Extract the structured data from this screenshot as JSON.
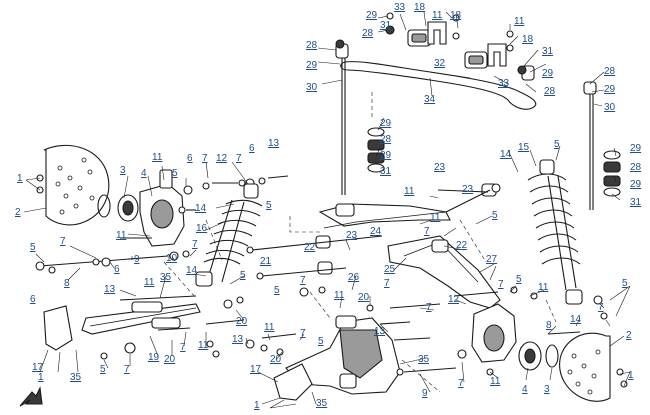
{
  "diagram": {
    "title": "",
    "accent_color": "#1f4e8c",
    "callouts": [
      "1",
      "2",
      "3",
      "4",
      "5",
      "6",
      "7",
      "8",
      "9",
      "10",
      "11",
      "12",
      "13",
      "14",
      "15",
      "16",
      "17",
      "18",
      "19",
      "20",
      "21",
      "22",
      "23",
      "24",
      "25",
      "26",
      "27",
      "28",
      "29",
      "30",
      "31",
      "32",
      "33",
      "34",
      "35"
    ]
  }
}
